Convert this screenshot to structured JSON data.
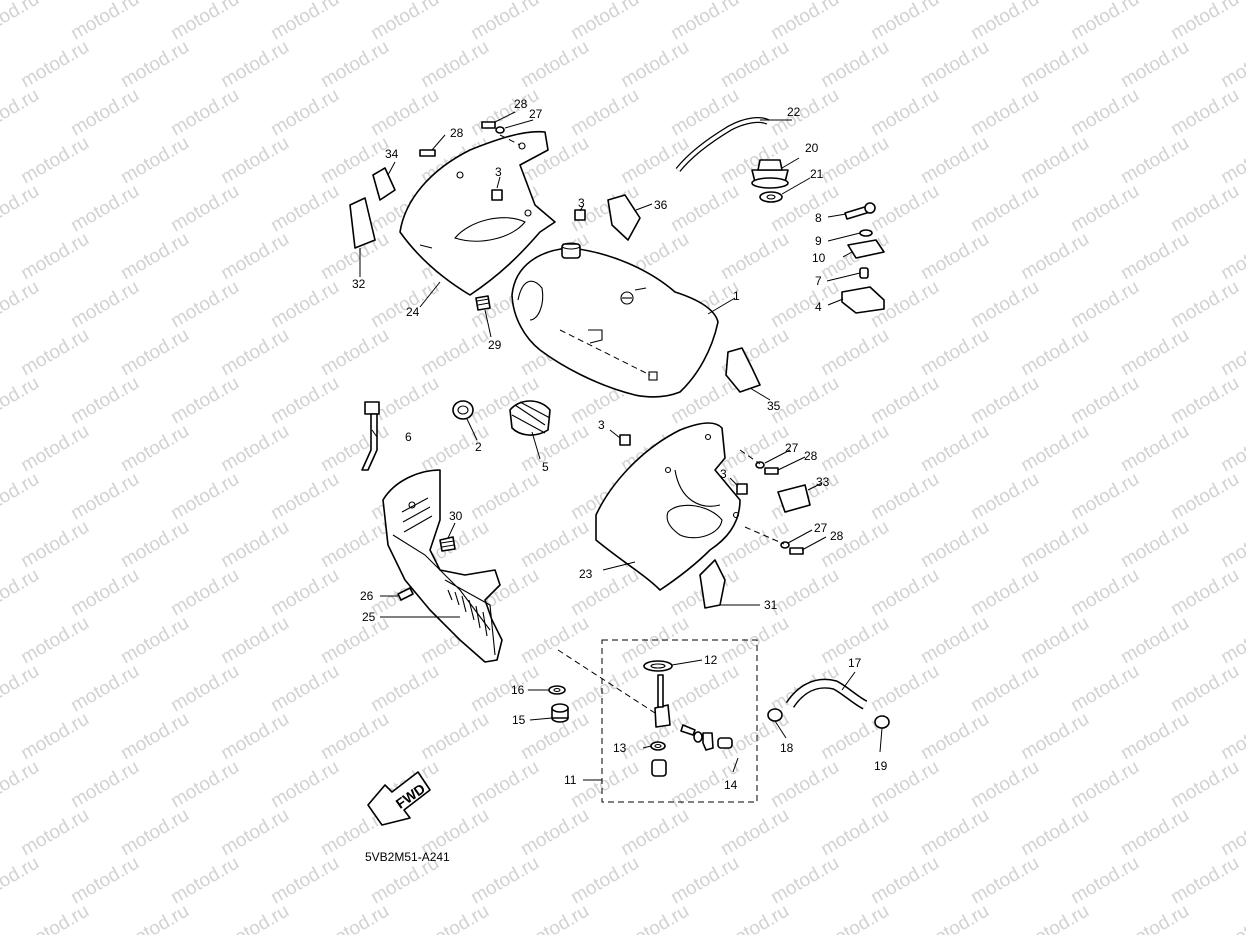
{
  "watermark": "motod.ru",
  "diagram_code": "5VB2M51-A241",
  "direction_label": "FWD",
  "callouts": [
    {
      "id": "1",
      "text": "1"
    },
    {
      "id": "2",
      "text": "2"
    },
    {
      "id": "3a",
      "text": "3"
    },
    {
      "id": "3b",
      "text": "3"
    },
    {
      "id": "3c",
      "text": "3"
    },
    {
      "id": "3d",
      "text": "3"
    },
    {
      "id": "4",
      "text": "4"
    },
    {
      "id": "5",
      "text": "5"
    },
    {
      "id": "6",
      "text": "6"
    },
    {
      "id": "7",
      "text": "7"
    },
    {
      "id": "8",
      "text": "8"
    },
    {
      "id": "9",
      "text": "9"
    },
    {
      "id": "10",
      "text": "10"
    },
    {
      "id": "11",
      "text": "11"
    },
    {
      "id": "12",
      "text": "12"
    },
    {
      "id": "13",
      "text": "13"
    },
    {
      "id": "14",
      "text": "14"
    },
    {
      "id": "15",
      "text": "15"
    },
    {
      "id": "16",
      "text": "16"
    },
    {
      "id": "17",
      "text": "17"
    },
    {
      "id": "18",
      "text": "18"
    },
    {
      "id": "19",
      "text": "19"
    },
    {
      "id": "20",
      "text": "20"
    },
    {
      "id": "21",
      "text": "21"
    },
    {
      "id": "22",
      "text": "22"
    },
    {
      "id": "23",
      "text": "23"
    },
    {
      "id": "24",
      "text": "24"
    },
    {
      "id": "25",
      "text": "25"
    },
    {
      "id": "26",
      "text": "26"
    },
    {
      "id": "27a",
      "text": "27"
    },
    {
      "id": "27b",
      "text": "27"
    },
    {
      "id": "27c",
      "text": "27"
    },
    {
      "id": "28a",
      "text": "28"
    },
    {
      "id": "28b",
      "text": "28"
    },
    {
      "id": "28c",
      "text": "28"
    },
    {
      "id": "28d",
      "text": "28"
    },
    {
      "id": "29",
      "text": "29"
    },
    {
      "id": "30",
      "text": "30"
    },
    {
      "id": "31",
      "text": "31"
    },
    {
      "id": "32",
      "text": "32"
    },
    {
      "id": "33",
      "text": "33"
    },
    {
      "id": "34",
      "text": "34"
    },
    {
      "id": "35",
      "text": "35"
    },
    {
      "id": "36",
      "text": "36"
    }
  ]
}
